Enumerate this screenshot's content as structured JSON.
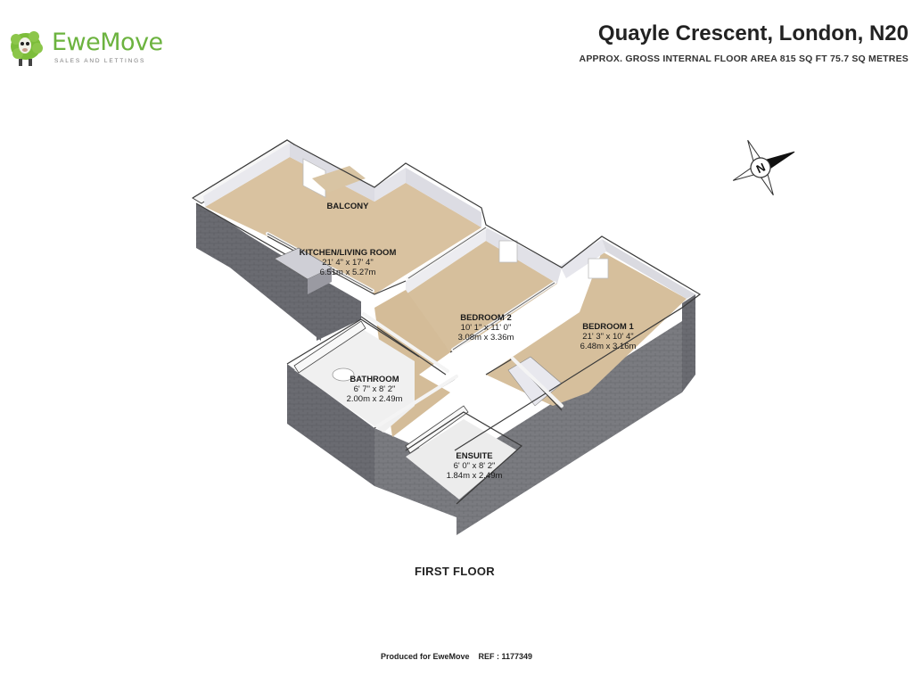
{
  "brand": {
    "name_part1": "Ewe",
    "name_part2": "Move",
    "tagline": "SALES AND LETTINGS",
    "accent_color": "#6cb33f"
  },
  "header": {
    "title": "Quayle Crescent, London, N20",
    "subtitle": "APPROX. GROSS INTERNAL FLOOR AREA 815 SQ FT 75.7 SQ METRES"
  },
  "rooms": [
    {
      "name": "BALCONY",
      "dim_imperial": "",
      "dim_metric": ""
    },
    {
      "name": "KITCHEN/LIVING ROOM",
      "dim_imperial": "21' 4\" x 17' 4\"",
      "dim_metric": "6.51m x 5.27m"
    },
    {
      "name": "BEDROOM 2",
      "dim_imperial": "10' 1\" x 11' 0\"",
      "dim_metric": "3.08m x 3.36m"
    },
    {
      "name": "BEDROOM 1",
      "dim_imperial": "21' 3\" x 10' 4\"",
      "dim_metric": "6.48m x 3.16m"
    },
    {
      "name": "BATHROOM",
      "dim_imperial": "6' 7\" x 8' 2\"",
      "dim_metric": "2.00m x 2.49m"
    },
    {
      "name": "ENSUITE",
      "dim_imperial": "6' 0\" x 8' 2\"",
      "dim_metric": "1.84m x 2.49m"
    }
  ],
  "floor_name": "FIRST FLOOR",
  "footer": {
    "produced_for": "Produced for EweMove",
    "ref": "REF : 1177349"
  },
  "compass": {
    "letter": "N",
    "icon": "compass-north-arrow-icon"
  },
  "colors": {
    "floor": "#d9c2a0",
    "wall_top": "#f4f4f4",
    "wall_inner": "#e6e6ec",
    "wall_outer": "#55565c",
    "brick": "#6c6c72"
  }
}
